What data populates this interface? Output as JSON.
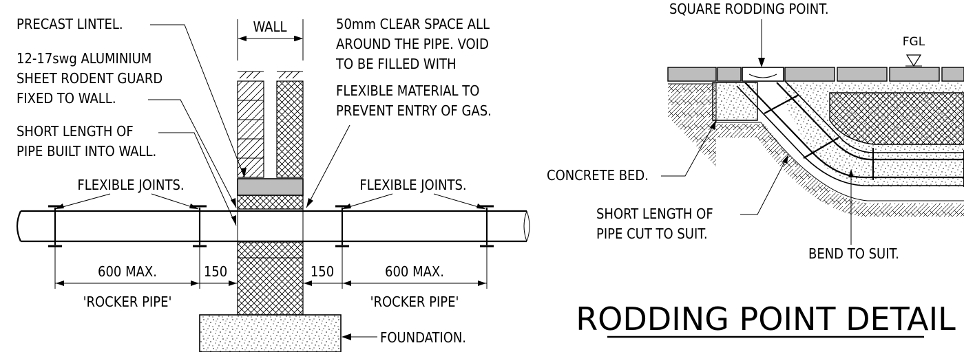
{
  "wall_detail": {
    "wall_label": "WALL",
    "precast_lintel": "PRECAST LINTEL.",
    "rodent_guard": [
      "12-17swg ALUMINIUM",
      "SHEET RODENT GUARD",
      "FIXED TO WALL."
    ],
    "short_length": [
      "SHORT LENGTH OF",
      "PIPE BUILT INTO WALL."
    ],
    "clear_space": [
      "50mm CLEAR SPACE ALL",
      "AROUND THE PIPE. VOID",
      "TO BE FILLED WITH",
      "FLEXIBLE MATERIAL TO",
      "PREVENT ENTRY OF GAS."
    ],
    "flexible_joints_left": "FLEXIBLE JOINTS.",
    "flexible_joints_right": "FLEXIBLE JOINTS.",
    "dim_600_left": "600 MAX.",
    "dim_150_left": "150",
    "dim_150_right": "150",
    "dim_600_right": "600 MAX.",
    "rocker_left": "'ROCKER PIPE'",
    "rocker_right": "'ROCKER PIPE'",
    "foundation": "FOUNDATION."
  },
  "rodding_detail": {
    "square_rodding_point": "SQUARE RODDING POINT.",
    "fgl": "FGL",
    "concrete_bed": "CONCRETE BED.",
    "short_length_cut": [
      "SHORT LENGTH OF",
      "PIPE CUT TO SUIT."
    ],
    "bend": "BEND TO SUIT.",
    "title": "RODDING POINT DETAIL"
  }
}
